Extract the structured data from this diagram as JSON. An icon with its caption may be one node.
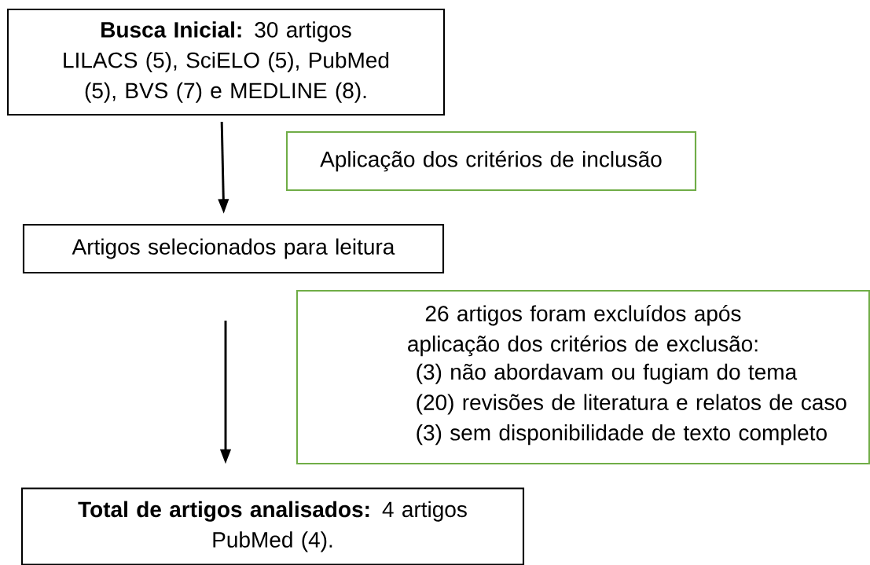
{
  "diagram": {
    "nodes": [
      {
        "text": [
          "**Busca Inicial:** 30 artigos",
          "LILACS (5), SciELO (5), PubMed (5), BVS (7) e MEDLINE (8)."
        ]
      },
      {
        "text": [
          "Aplicação dos critérios de inclusão"
        ]
      },
      {
        "text": [
          "Artigos selecionados para leitura"
        ]
      },
      {
        "text": [
          "26 artigos foram excluídos após aplicação dos critérios de exclusão:",
          "(3) não abordavam ou fugiam do tema",
          "(20) revisões de literatura e relatos de caso",
          "(3) sem disponibilidade de texto completo"
        ]
      },
      {
        "text": [
          "**Total de artigos analisados:** 4 artigos",
          "PubMed (4)."
        ]
      }
    ],
    "edges": [
      {
        "from": 0,
        "to": 2,
        "arrow": "to"
      },
      {
        "from": 2,
        "to": 4,
        "arrow": "to"
      }
    ]
  }
}
